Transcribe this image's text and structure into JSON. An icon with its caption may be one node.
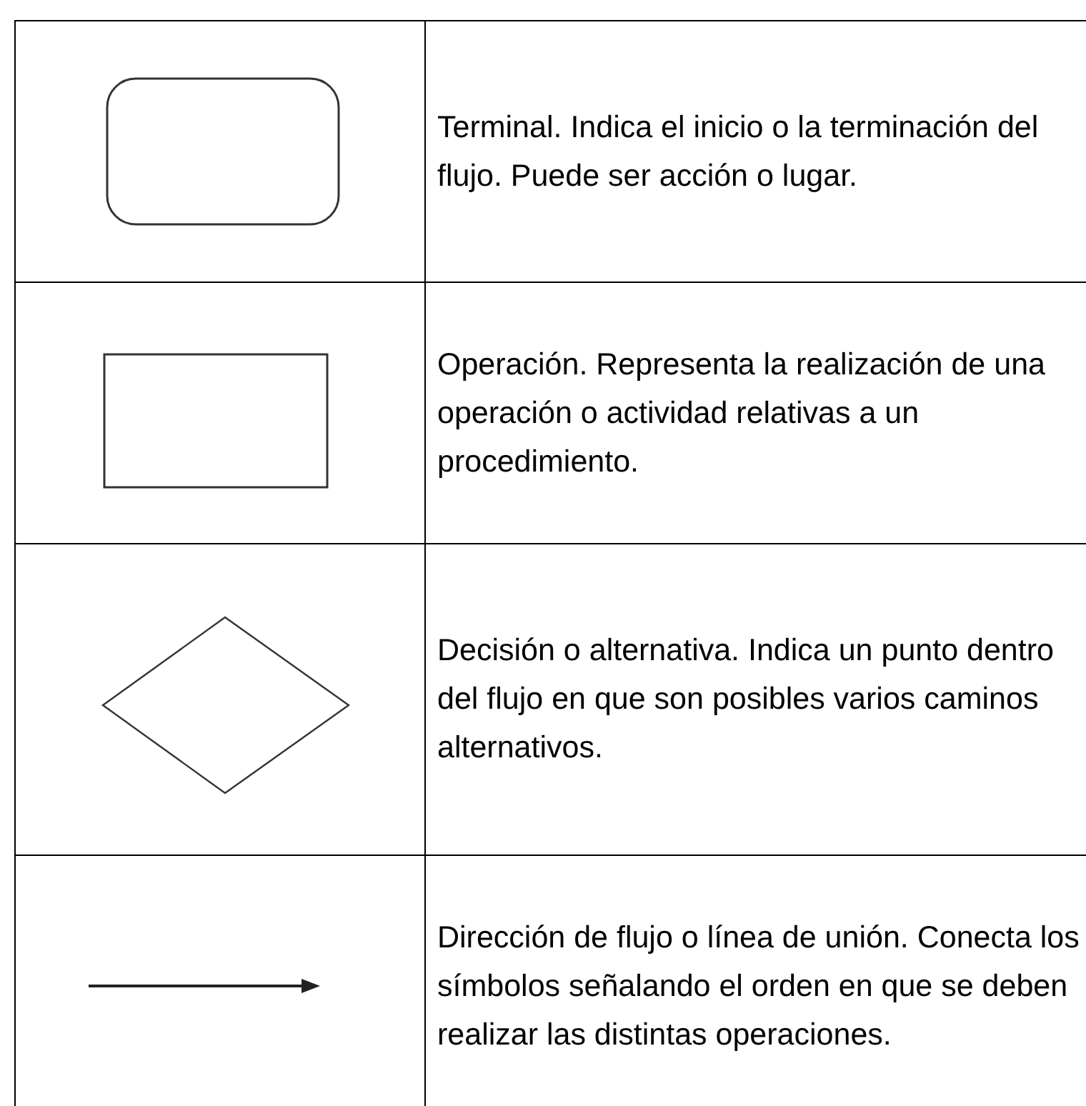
{
  "diagram": {
    "labels": [
      "Terminal. Indica el inicio o la terminación del flujo. Puede ser acción o lugar.",
      "Operación. Representa la realización de una operación o actividad relativas a un procedimiento.",
      "Decisión o alternativa. Indica un punto dentro del flujo en que son posibles varios caminos alternativos.",
      "Dirección de flujo o línea de unión. Conecta los símbolos señalando el orden en que se deben realizar las distintas operaciones."
    ]
  }
}
